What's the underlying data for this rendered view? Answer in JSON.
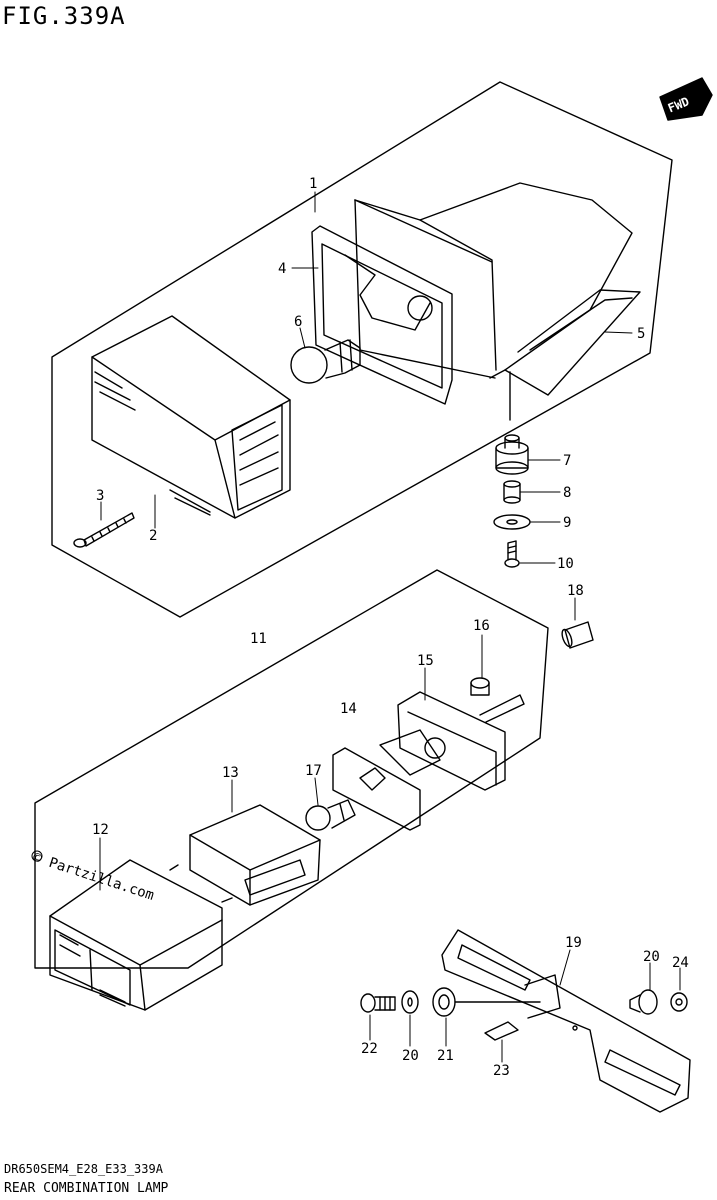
{
  "figure": {
    "title": "FIG.339A",
    "footer_code": "DR650SEM4_E28_E33_339A",
    "footer_title": "REAR COMBINATION LAMP",
    "fwd_label": "FWD",
    "watermark": "© Partzilla.com"
  },
  "parts": [
    {
      "id": "p1",
      "number": "1"
    },
    {
      "id": "p2",
      "number": "2"
    },
    {
      "id": "p3",
      "number": "3"
    },
    {
      "id": "p4",
      "number": "4"
    },
    {
      "id": "p5",
      "number": "5"
    },
    {
      "id": "p6",
      "number": "6"
    },
    {
      "id": "p7",
      "number": "7"
    },
    {
      "id": "p8",
      "number": "8"
    },
    {
      "id": "p9",
      "number": "9"
    },
    {
      "id": "p10",
      "number": "10"
    },
    {
      "id": "p11",
      "number": "11"
    },
    {
      "id": "p12",
      "number": "12"
    },
    {
      "id": "p13",
      "number": "13"
    },
    {
      "id": "p14",
      "number": "14"
    },
    {
      "id": "p15",
      "number": "15"
    },
    {
      "id": "p16",
      "number": "16"
    },
    {
      "id": "p17",
      "number": "17"
    },
    {
      "id": "p18",
      "number": "18"
    },
    {
      "id": "p19",
      "number": "19"
    },
    {
      "id": "p20a",
      "number": "20"
    },
    {
      "id": "p20b",
      "number": "20"
    },
    {
      "id": "p21",
      "number": "21"
    },
    {
      "id": "p22",
      "number": "22"
    },
    {
      "id": "p23",
      "number": "23"
    },
    {
      "id": "p24",
      "number": "24"
    }
  ],
  "colors": {
    "line": "#000000",
    "background": "#ffffff"
  }
}
